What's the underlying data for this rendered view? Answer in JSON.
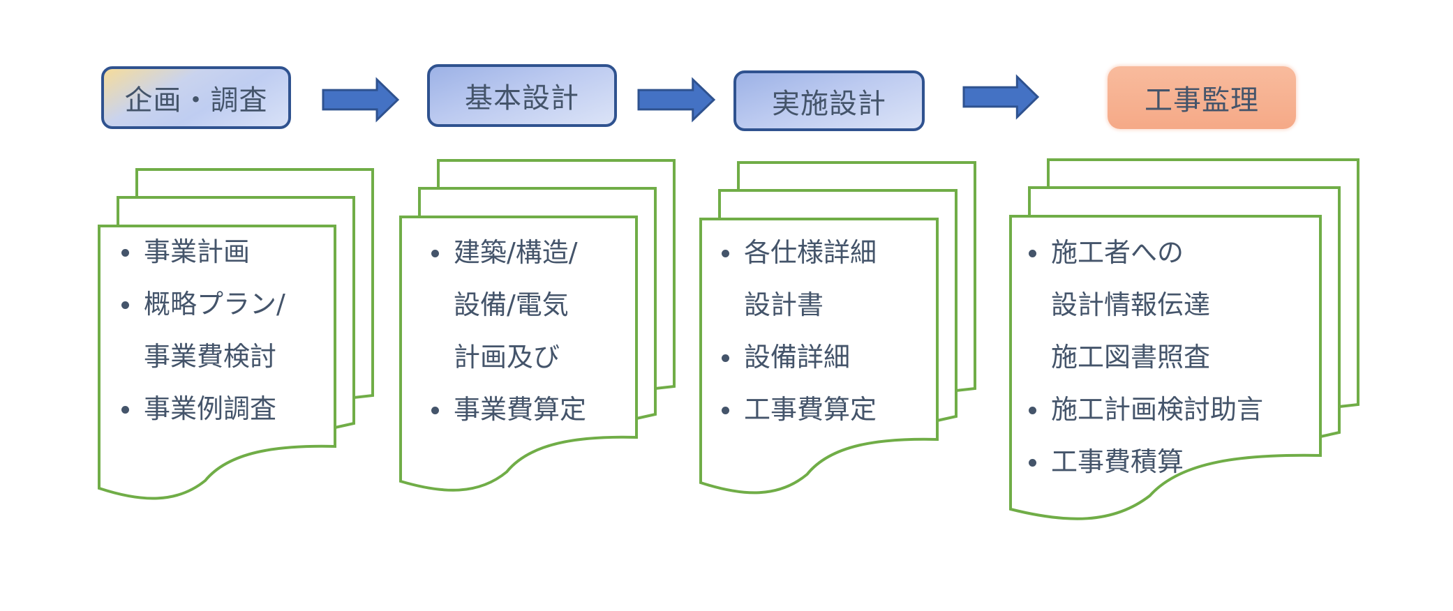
{
  "colors": {
    "arrow_fill": "#4472c4",
    "arrow_stroke": "#2f528f",
    "document_stroke": "#70ad47",
    "text": "#44546a",
    "phase_border": "#2f528f",
    "phase_orange": "#f5a987"
  },
  "phases": [
    {
      "title": "企画・調査",
      "style": "plan",
      "items": [
        {
          "text": "事業計画",
          "bullet": true
        },
        {
          "text": "概略プラン/",
          "bullet": true
        },
        {
          "text": "事業費検討",
          "bullet": false
        },
        {
          "text": "事業例調査",
          "bullet": true
        }
      ]
    },
    {
      "title": "基本設計",
      "style": "blue",
      "items": [
        {
          "text": "建築/構造/",
          "bullet": true
        },
        {
          "text": "設備/電気",
          "bullet": false
        },
        {
          "text": "計画及び",
          "bullet": false
        },
        {
          "text": "事業費算定",
          "bullet": true
        }
      ]
    },
    {
      "title": "実施設計",
      "style": "blue",
      "items": [
        {
          "text": "各仕様詳細",
          "bullet": true
        },
        {
          "text": "設計書",
          "bullet": false
        },
        {
          "text": "設備詳細",
          "bullet": true
        },
        {
          "text": "工事費算定",
          "bullet": true
        }
      ]
    },
    {
      "title": "工事監理",
      "style": "orange",
      "items": [
        {
          "text": "施工者への",
          "bullet": true
        },
        {
          "text": "設計情報伝達",
          "bullet": false
        },
        {
          "text": "施工図書照査",
          "bullet": false
        },
        {
          "text": "施工計画検討助言",
          "bullet": true
        },
        {
          "text": "工事費積算",
          "bullet": true
        }
      ]
    }
  ],
  "arrows": [
    {
      "from": "企画・調査",
      "to": "基本設計",
      "icon": "right-arrow-icon"
    },
    {
      "from": "基本設計",
      "to": "実施設計",
      "icon": "right-arrow-icon"
    },
    {
      "from": "実施設計",
      "to": "工事監理",
      "icon": "right-arrow-icon"
    }
  ]
}
